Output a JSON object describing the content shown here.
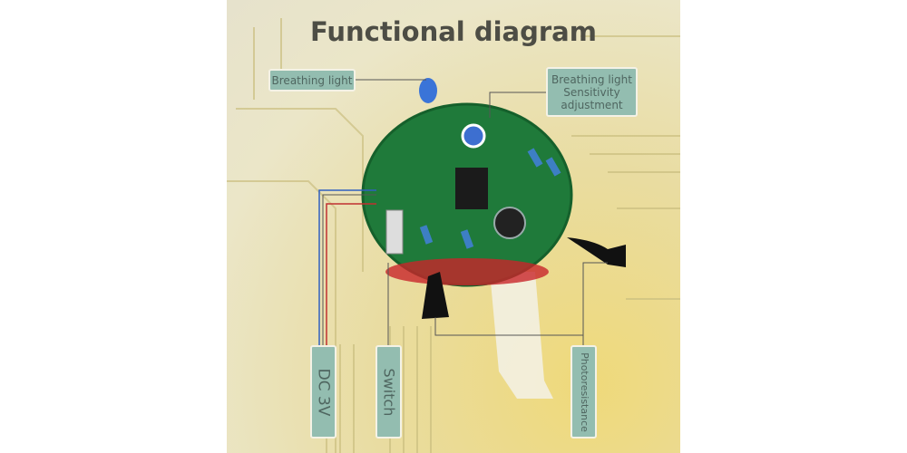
{
  "title": "Functional diagram",
  "labels": {
    "breathing_light": "Breathing light",
    "sensitivity": "Breathing light Sensitivity adjustment",
    "dc": "DC 3V",
    "switch": "Switch",
    "photoresistance": "Photoresistance"
  },
  "colors": {
    "label_bg": "#93bdb0",
    "pcb": "#1f7a3a",
    "title": "#4d4d45"
  }
}
